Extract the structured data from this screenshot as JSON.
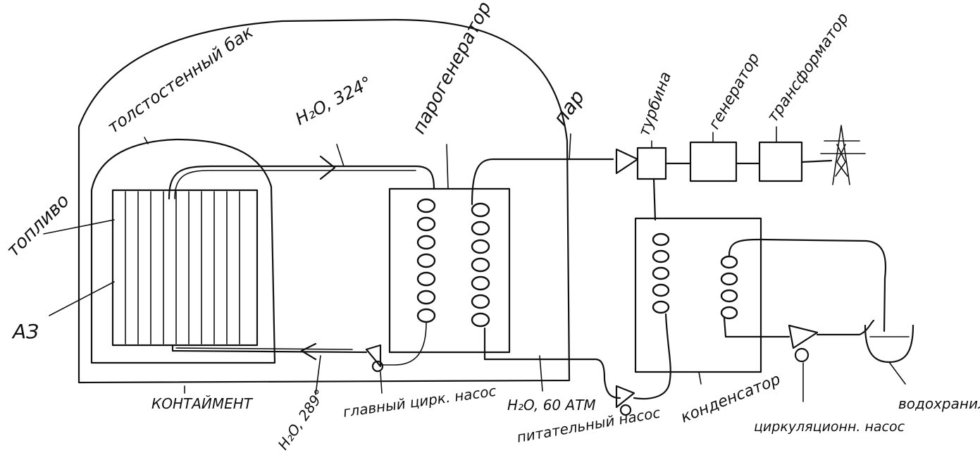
{
  "labels": {
    "fuel": "топливо",
    "thick_tank": "толстостенный бак",
    "core": "АЗ",
    "h2o_hot": "H₂O, 324°",
    "steam_gen": "парогенератор",
    "steam": "пар",
    "turbine": "турбина",
    "generator": "генератор",
    "transformer": "трансформатор",
    "containment": "КОНТАЙМЕНТ",
    "h2o_cold": "H₂O, 289°",
    "main_pump": "главный цирк. насос",
    "h2o_pressure": "H₂O, 60 АТМ",
    "feed_pump": "питательный насос",
    "condenser": "конденсатор",
    "circ_pump": "циркуляционн. насос",
    "reservoir": "водохранилище"
  },
  "icons": [
    "transmission-tower-icon",
    "pump-icon",
    "coil-icon",
    "reservoir-icon"
  ]
}
